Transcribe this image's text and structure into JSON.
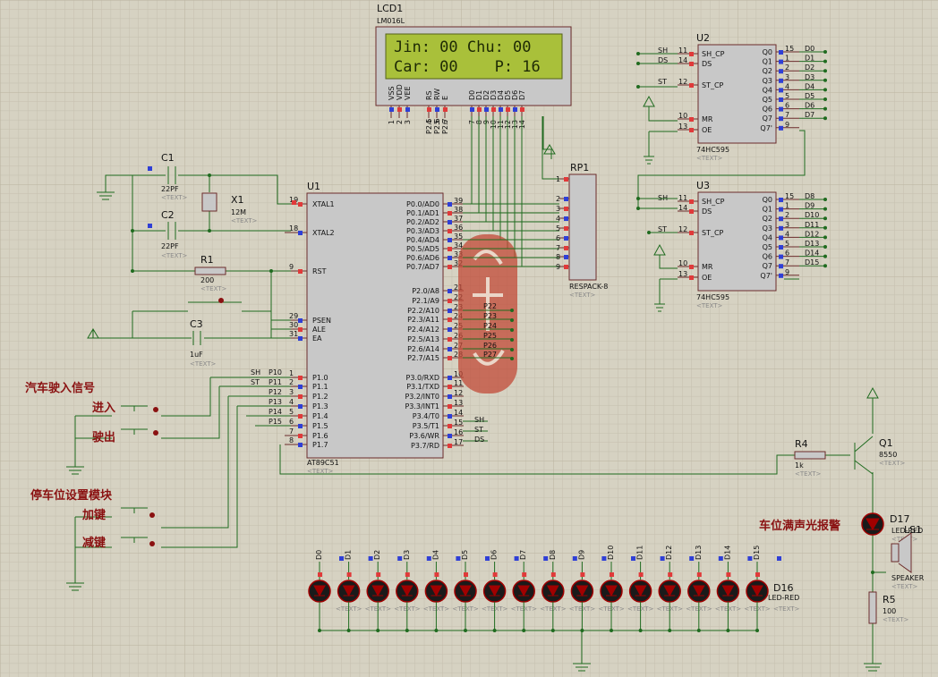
{
  "labels": {
    "lcd_ref": "LCD1",
    "lcd_model": "LM016L",
    "lcd_line1": "Jin: 00 Chu: 00",
    "lcd_line2": "Car: 00    P: 16",
    "lcd_pins": [
      "VSS",
      "VDD",
      "VEE",
      "RS",
      "RW",
      "E",
      "D0",
      "D1",
      "D2",
      "D3",
      "D4",
      "D5",
      "D6",
      "D7"
    ],
    "lcd_pin_numbers": [
      "1",
      "2",
      "3",
      "4",
      "5",
      "6",
      "7",
      "8",
      "9",
      "10",
      "11",
      "12",
      "13",
      "14"
    ],
    "lcd_net_labels": [
      "P2.5",
      "P2.6",
      "P2.7"
    ],
    "text_placeholder": "<TEXT>",
    "u1_ref": "U1",
    "u1_model": "AT89C51",
    "u1_left_pins": [
      "XTAL1",
      "XTAL2",
      "RST",
      "PSEN",
      "ALE",
      "EA",
      "P1.0",
      "P1.1",
      "P1.2",
      "P1.3",
      "P1.4",
      "P1.5",
      "P1.6",
      "P1.7"
    ],
    "u1_left_pin_numbers": [
      "19",
      "18",
      "9",
      "29",
      "30",
      "31",
      "1",
      "2",
      "3",
      "4",
      "5",
      "6",
      "7",
      "8"
    ],
    "u1_right_pins": [
      "P0.0/AD0",
      "P0.1/AD1",
      "P0.2/AD2",
      "P0.3/AD3",
      "P0.4/AD4",
      "P0.5/AD5",
      "P0.6/AD6",
      "P0.7/AD7",
      "P2.0/A8",
      "P2.1/A9",
      "P2.2/A10",
      "P2.3/A11",
      "P2.4/A12",
      "P2.5/A13",
      "P2.6/A14",
      "P2.7/A15",
      "P3.0/RXD",
      "P3.1/TXD",
      "P3.2/INT0",
      "P3.3/INT1",
      "P3.4/T0",
      "P3.5/T1",
      "P3.6/WR",
      "P3.7/RD"
    ],
    "u1_right_pin_numbers": [
      "39",
      "38",
      "37",
      "36",
      "35",
      "34",
      "33",
      "32",
      "21",
      "22",
      "23",
      "24",
      "25",
      "26",
      "27",
      "28",
      "10",
      "11",
      "12",
      "13",
      "14",
      "15",
      "16",
      "17"
    ],
    "p2_net_labels": [
      "P22",
      "P23",
      "P24",
      "P25",
      "P26",
      "P27"
    ],
    "p3_net_labels": [
      "SH",
      "ST",
      "DS"
    ],
    "p1_net_labels": [
      "SH",
      "ST",
      "P10",
      "P11",
      "P12",
      "P13",
      "P14",
      "P15"
    ],
    "c1_ref": "C1",
    "c1_value": "22PF",
    "c2_ref": "C2",
    "c2_value": "22PF",
    "x1_ref": "X1",
    "x1_value": "12M",
    "r1_ref": "R1",
    "r1_value": "200",
    "c3_ref": "C3",
    "c3_value": "1uF",
    "rp1_ref": "RP1",
    "rp1_model": "RESPACK-8",
    "rp1_pin_numbers": [
      "1",
      "2",
      "3",
      "4",
      "5",
      "6",
      "7",
      "8",
      "9"
    ],
    "u2_ref": "U2",
    "u3_ref": "U3",
    "sr_model": "74HC595",
    "sr_left_pins": [
      "SH_CP",
      "DS",
      "ST_CP",
      "MR",
      "OE"
    ],
    "sr_left_pin_numbers": [
      "11",
      "14",
      "12",
      "10",
      "13"
    ],
    "sr_right_pins": [
      "Q0",
      "Q1",
      "Q2",
      "Q3",
      "Q4",
      "Q5",
      "Q6",
      "Q7",
      "Q7'"
    ],
    "sr_right_pin_numbers": [
      "15",
      "1",
      "2",
      "3",
      "4",
      "5",
      "6",
      "7",
      "9"
    ],
    "u2_left_nets": [
      "SH",
      "DS",
      "ST"
    ],
    "u3_left_nets": [
      "SH",
      "",
      "ST"
    ],
    "u2_outputs": [
      "D0",
      "D1",
      "D2",
      "D3",
      "D4",
      "D5",
      "D6",
      "D7"
    ],
    "u3_outputs": [
      "D8",
      "D9",
      "D10",
      "D11",
      "D12",
      "D13",
      "D14",
      "D15"
    ],
    "led_tags": [
      "D0",
      "D1",
      "D2",
      "D3",
      "D4",
      "D5",
      "D6",
      "D7",
      "D8",
      "D9",
      "D10",
      "D11",
      "D12",
      "D13",
      "D14",
      "D15"
    ],
    "led_row_ref": "D16",
    "led_model": "LED-RED",
    "r4_ref": "R4",
    "r4_value": "1k",
    "q1_ref": "Q1",
    "q1_model": "8550",
    "d17_ref": "D17",
    "ls1_ref": "LS1",
    "ls1_model": "SPEAKER",
    "r5_ref": "R5",
    "r5_value": "100",
    "btn_in": "进入",
    "btn_out": "驶出",
    "btn_add": "加键",
    "btn_sub": "减键",
    "anno_car_signal": "汽车驶入信号",
    "anno_parking": "停车位设置模块",
    "anno_alarm": "车位满声光报警"
  },
  "colors": {
    "background": "#d6d2c2",
    "grid": "#c4bfae",
    "wire": "#1f6b1f",
    "component_body": "#c8c8c8",
    "component_border": "#6b2b2b",
    "lcd_screen": "#a9c03a",
    "annotation": "#8a1111",
    "pin_marker_blue": "#2f3fd6",
    "pin_marker_red": "#e03a3a",
    "watermark": "#c24a38"
  }
}
